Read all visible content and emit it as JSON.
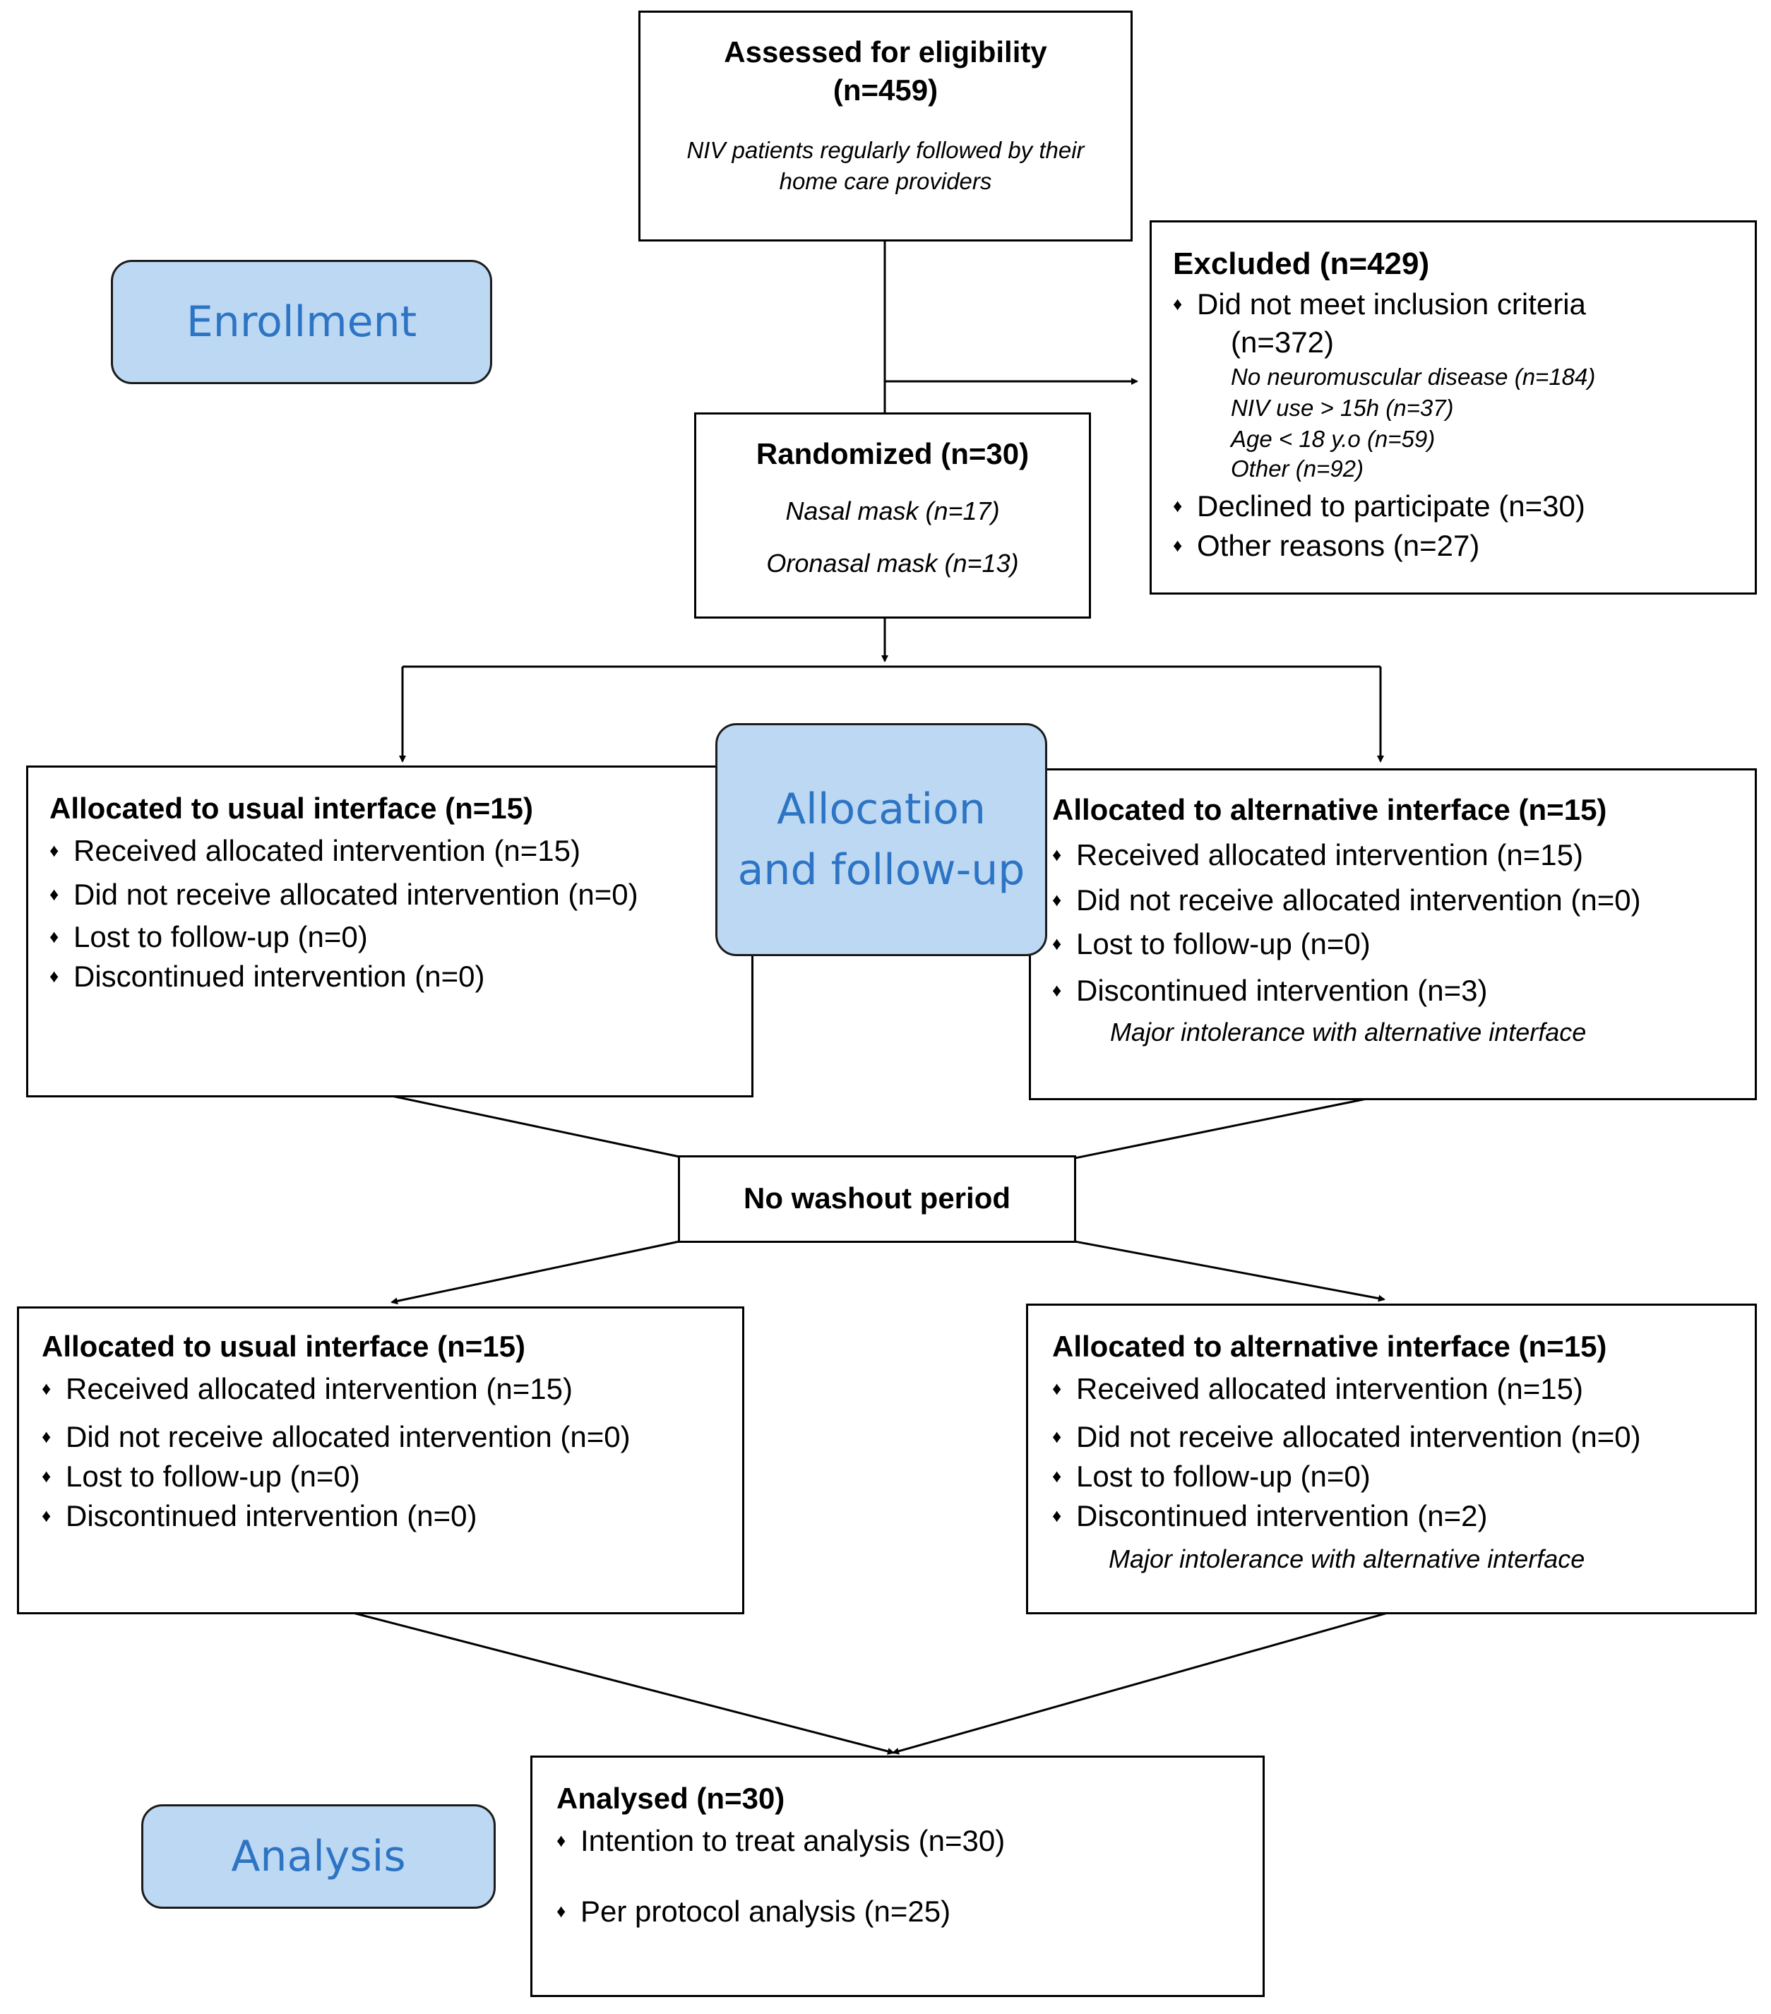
{
  "stages": {
    "enrollment": "Enrollment",
    "allocation": "Allocation and follow-up",
    "analysis": "Analysis"
  },
  "assessed": {
    "title": "Assessed  for eligibility",
    "count": "(n=459)",
    "note_line1": "NIV patients regularly followed by their",
    "note_line2": "home care providers"
  },
  "excluded": {
    "title": "Excluded (n=429)",
    "did_not_meet": "Did not meet inclusion criteria",
    "did_not_meet_count": "(n=372)",
    "reasons": [
      "No neuromuscular disease (n=184)",
      "NIV use > 15h (n=37)",
      "Age < 18 y.o (n=59)",
      "Other (n=92)"
    ],
    "declined": "Declined to participate (n=30)",
    "other": "Other reasons (n=27)"
  },
  "randomized": {
    "title": "Randomized (n=30)",
    "nasal": "Nasal mask (n=17)",
    "oronasal": "Oronasal mask (n=13)"
  },
  "period1": {
    "usual": {
      "title": "Allocated  to usual  interface  (n=15)",
      "items": [
        "Received  allocated intervention (n=15)",
        "Did not receive  allocated intervention  (n=0)",
        "Lost to follow-up (n=0)",
        "Discontinued intervention (n=0)"
      ]
    },
    "alternative": {
      "title": "Allocated  to alternative  interface  (n=15)",
      "items": [
        "Received  allocated intervention (n=15)",
        "Did not receive  allocated intervention  (n=0)",
        "Lost to follow-up (n=0)",
        "Discontinued intervention (n=3)"
      ],
      "note": "Major intolerance  with alternative  interface"
    }
  },
  "washout": "No washout  period",
  "period2": {
    "usual": {
      "title": "Allocated  to usual  interface  (n=15)",
      "items": [
        "Received  allocated intervention (n=15)",
        "Did not receive  allocated intervention  (n=0)",
        "Lost to follow-up (n=0)",
        "Discontinued intervention (n=0)"
      ]
    },
    "alternative": {
      "title": "Allocated  to alternative  interface  (n=15)",
      "items": [
        "Received  allocated intervention (n=15)",
        "Did not receive  allocated intervention  (n=0)",
        "Lost to follow-up (n=0)",
        "Discontinued intervention (n=2)"
      ],
      "note": "Major intolerance  with alternative  interface"
    }
  },
  "analysed": {
    "title": "Analysed  (n=30)",
    "itt": "Intention to treat analysis (n=30)",
    "pp": "Per protocol analysis (n=25)"
  }
}
